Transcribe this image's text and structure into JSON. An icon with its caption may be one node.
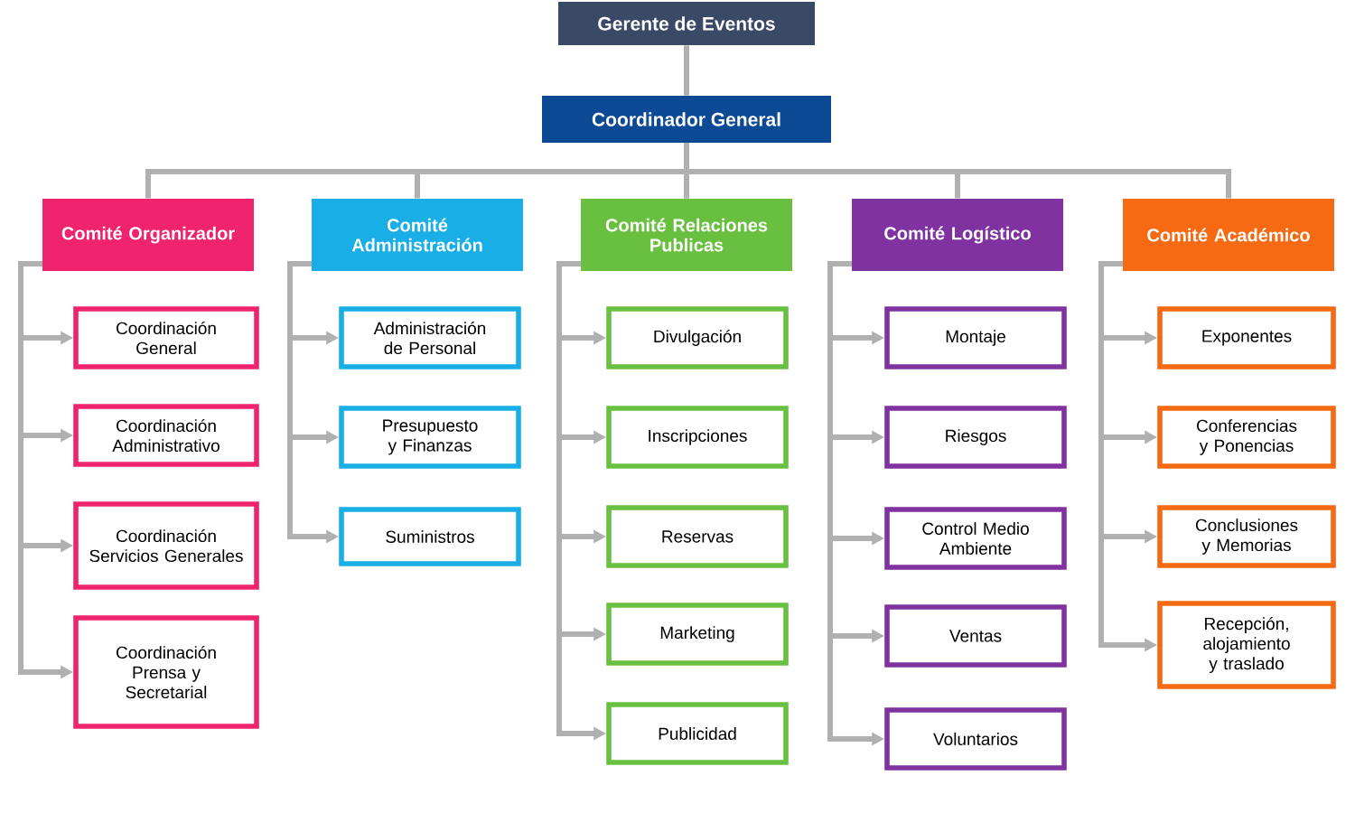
{
  "diagram": {
    "nodes": [
      {
        "text": [
          "Gerente de Eventos"
        ]
      },
      {
        "text": [
          "Coordinador General"
        ]
      },
      {
        "text": [
          "Comité Organizador"
        ]
      },
      {
        "text": [
          "Comité Administración"
        ]
      },
      {
        "text": [
          "Comité Relaciones Publicas"
        ]
      },
      {
        "text": [
          "Comité Logístico"
        ]
      },
      {
        "text": [
          "Comité Académico"
        ]
      },
      {
        "text": [
          "Coordinación General"
        ]
      },
      {
        "text": [
          "Coordinación Administrativo"
        ]
      },
      {
        "text": [
          "Coordinación Servicios Generales"
        ]
      },
      {
        "text": [
          "Coordinación Prensa y Secretarial"
        ]
      },
      {
        "text": [
          "Administración de Personal"
        ]
      },
      {
        "text": [
          "Presupuesto y Finanzas"
        ]
      },
      {
        "text": [
          "Suministros"
        ]
      },
      {
        "text": [
          "Divulgación"
        ]
      },
      {
        "text": [
          "Inscripciones"
        ]
      },
      {
        "text": [
          "Reservas"
        ]
      },
      {
        "text": [
          "Marketing"
        ]
      },
      {
        "text": [
          "Publicidad"
        ]
      },
      {
        "text": [
          "Montaje"
        ]
      },
      {
        "text": [
          "Riesgos"
        ]
      },
      {
        "text": [
          "Control Medio Ambiente"
        ]
      },
      {
        "text": [
          "Ventas"
        ]
      },
      {
        "text": [
          "Voluntarios"
        ]
      },
      {
        "text": [
          "Exponentes"
        ]
      },
      {
        "text": [
          "Conferencias y Ponencias"
        ]
      },
      {
        "text": [
          "Conclusiones y Memorias"
        ]
      },
      {
        "text": [
          "Recepción, alojamiento y traslado"
        ]
      }
    ],
    "edges": [
      {
        "from": 0,
        "to": 1,
        "arrow": "none"
      },
      {
        "from": 1,
        "to": 2,
        "arrow": "none"
      },
      {
        "from": 1,
        "to": 3,
        "arrow": "none"
      },
      {
        "from": 1,
        "to": 4,
        "arrow": "none"
      },
      {
        "from": 1,
        "to": 5,
        "arrow": "none"
      },
      {
        "from": 1,
        "to": 6,
        "arrow": "none"
      },
      {
        "from": 2,
        "to": 7,
        "arrow": "to"
      },
      {
        "from": 2,
        "to": 8,
        "arrow": "to"
      },
      {
        "from": 2,
        "to": 9,
        "arrow": "to"
      },
      {
        "from": 2,
        "to": 10,
        "arrow": "to"
      },
      {
        "from": 3,
        "to": 11,
        "arrow": "to"
      },
      {
        "from": 3,
        "to": 12,
        "arrow": "to"
      },
      {
        "from": 3,
        "to": 13,
        "arrow": "to"
      },
      {
        "from": 4,
        "to": 14,
        "arrow": "to"
      },
      {
        "from": 4,
        "to": 15,
        "arrow": "to"
      },
      {
        "from": 4,
        "to": 16,
        "arrow": "to"
      },
      {
        "from": 4,
        "to": 17,
        "arrow": "to"
      },
      {
        "from": 4,
        "to": 18,
        "arrow": "to"
      },
      {
        "from": 5,
        "to": 19,
        "arrow": "to"
      },
      {
        "from": 5,
        "to": 20,
        "arrow": "to"
      },
      {
        "from": 5,
        "to": 21,
        "arrow": "to"
      },
      {
        "from": 5,
        "to": 22,
        "arrow": "to"
      },
      {
        "from": 5,
        "to": 23,
        "arrow": "to"
      },
      {
        "from": 6,
        "to": 24,
        "arrow": "to"
      },
      {
        "from": 6,
        "to": 25,
        "arrow": "to"
      },
      {
        "from": 6,
        "to": 26,
        "arrow": "to"
      },
      {
        "from": 6,
        "to": 27,
        "arrow": "to"
      }
    ]
  }
}
